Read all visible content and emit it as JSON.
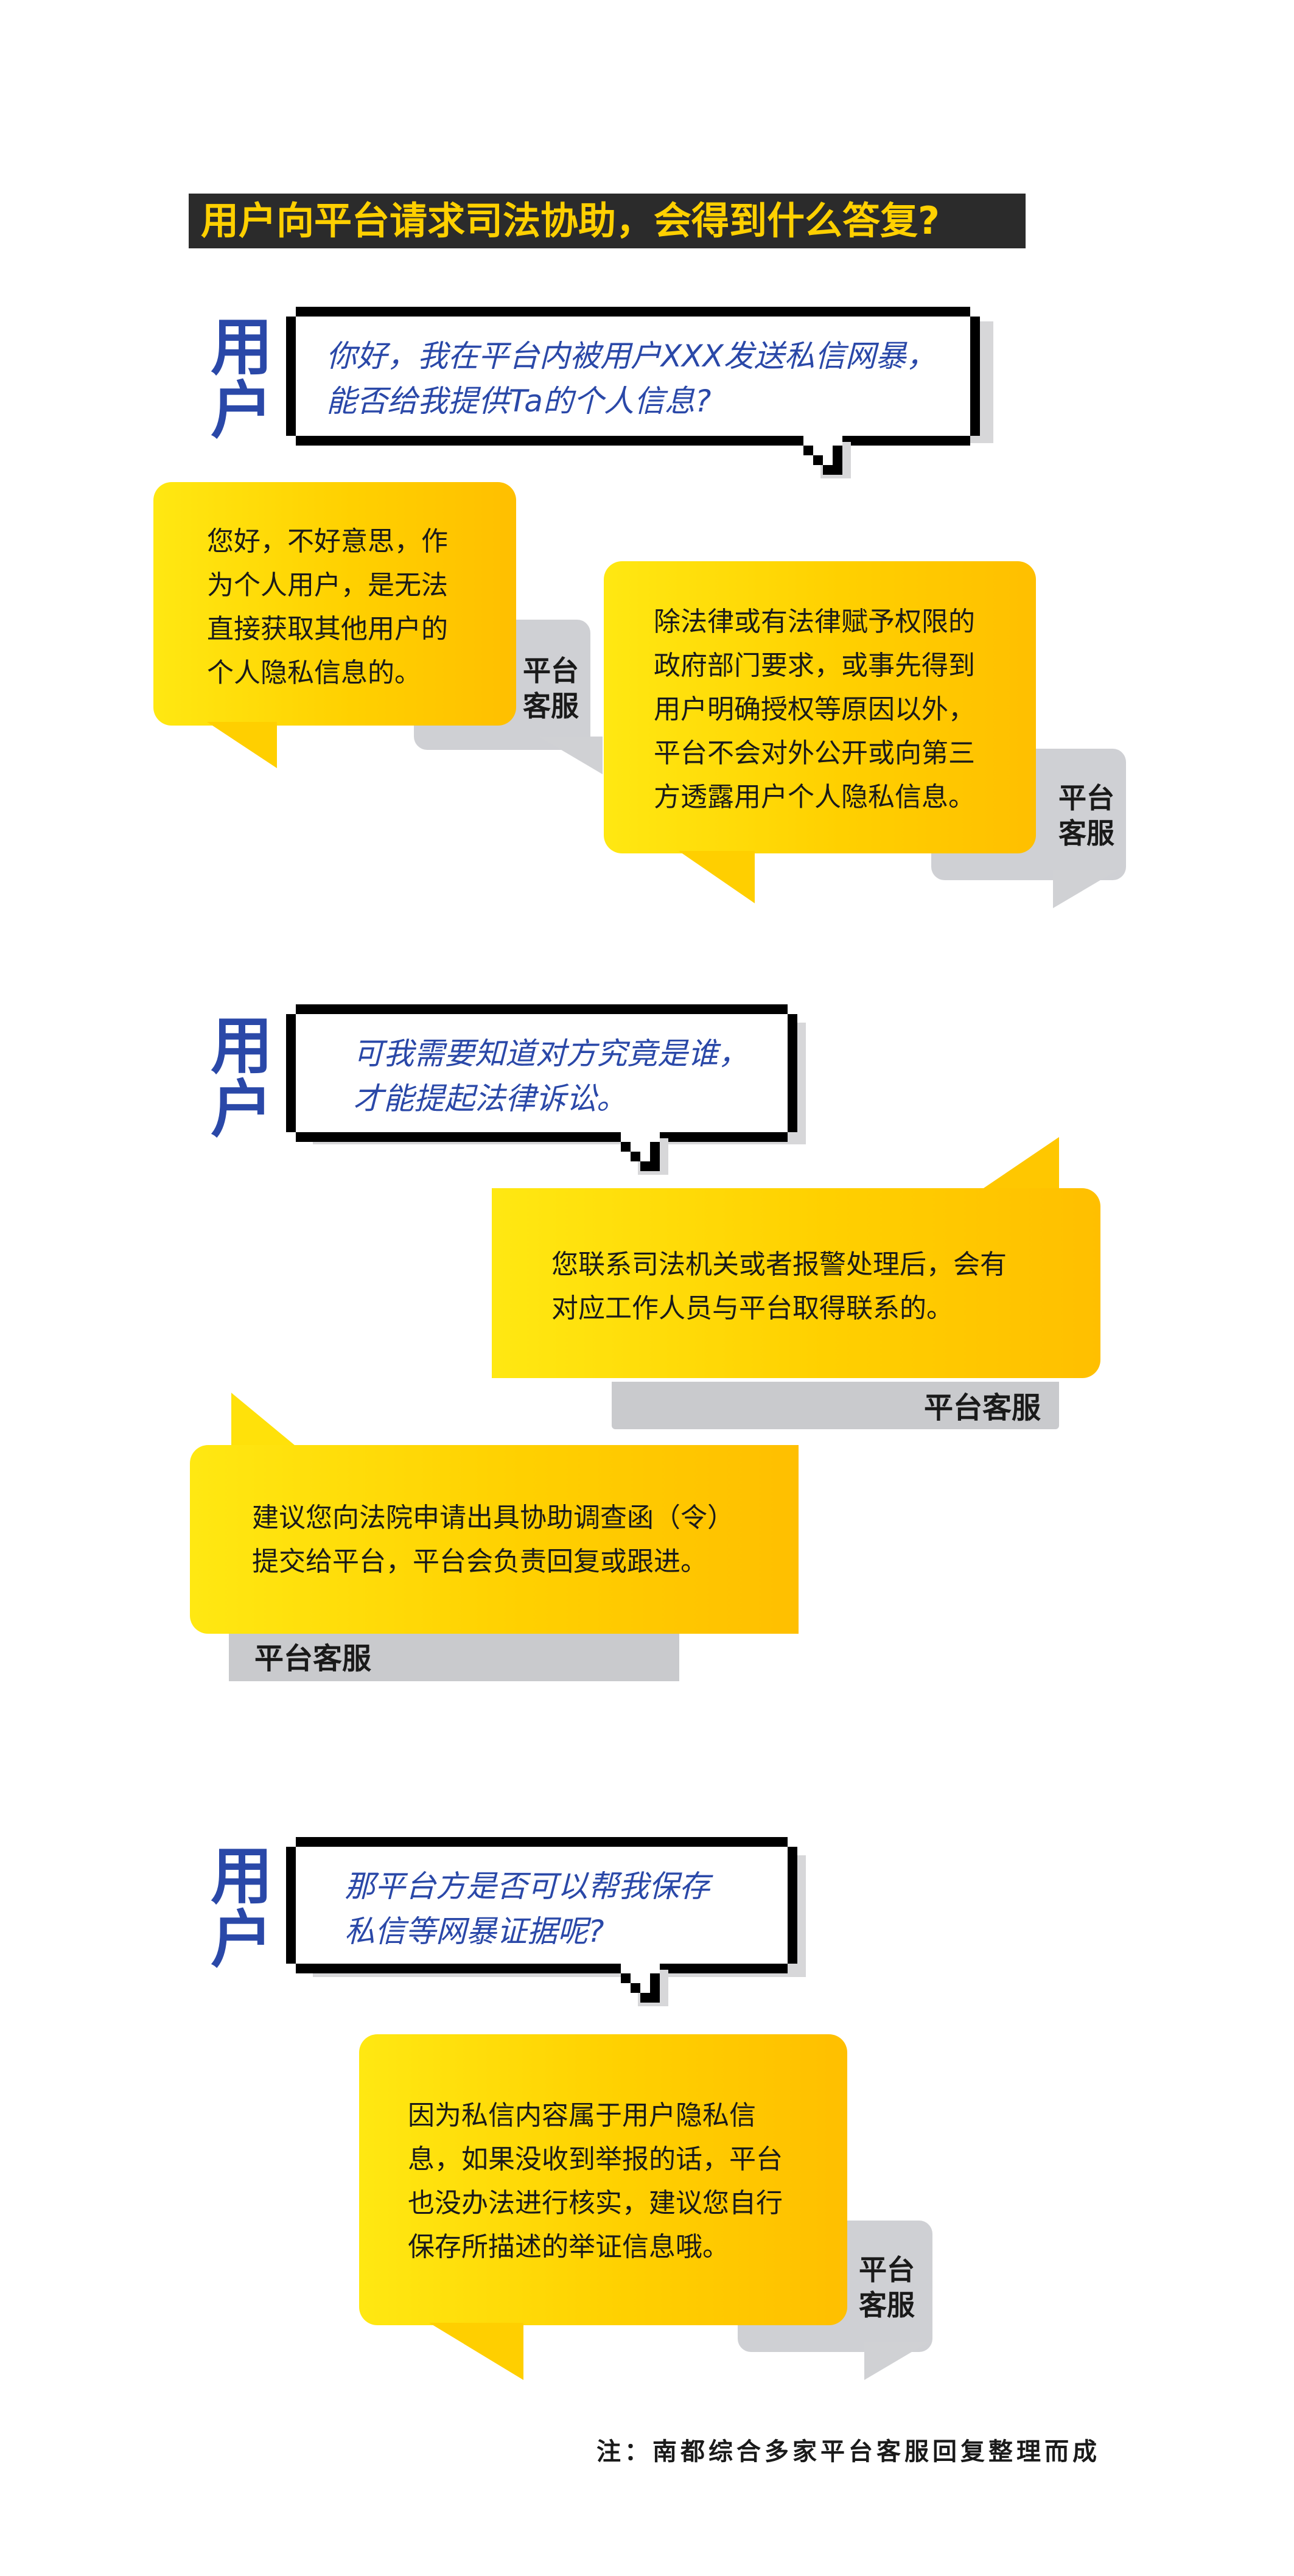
{
  "title": "用户向平台请求司法协助，会得到什么答复?",
  "user_label": [
    "用",
    "户"
  ],
  "agent_label_vertical": [
    "平台",
    "客服"
  ],
  "agent_label": "平台客服",
  "conversations": [
    {
      "user": [
        "你好，我在平台内被用户XXX发送私信网暴，",
        "能否给我提供Ta的个人信息?"
      ],
      "replies": [
        [
          "您好，不好意思，作",
          "为个人用户，是无法",
          "直接获取其他用户的",
          "个人隐私信息的。"
        ],
        [
          "除法律或有法律赋予权限的",
          "政府部门要求，或事先得到",
          "用户明确授权等原因以外，",
          "平台不会对外公开或向第三",
          "方透露用户个人隐私信息。"
        ]
      ]
    },
    {
      "user": [
        "可我需要知道对方究竟是谁，",
        "才能提起法律诉讼。"
      ],
      "replies": [
        [
          "您联系司法机关或者报警处理后，会有",
          "对应工作人员与平台取得联系的。"
        ],
        [
          "建议您向法院申请出具协助调查函（令）",
          "提交给平台，平台会负责回复或跟进。"
        ]
      ]
    },
    {
      "user": [
        "那平台方是否可以帮我保存",
        "私信等网暴证据呢?"
      ],
      "replies": [
        [
          "因为私信内容属于用户隐私信",
          "息，如果没收到举报的话，平台",
          "也没办法进行核实，建议您自行",
          "保存所描述的举证信息哦。"
        ]
      ]
    }
  ],
  "footnote": "注：南都综合多家平台客服回复整理而成",
  "colors": {
    "user_blue": "#2a48a8",
    "title_yellow": "#ffd000",
    "title_bg": "#2b2b2b",
    "reply_yellow": "#ffd000",
    "tag_gray": "#cfd0d4"
  }
}
